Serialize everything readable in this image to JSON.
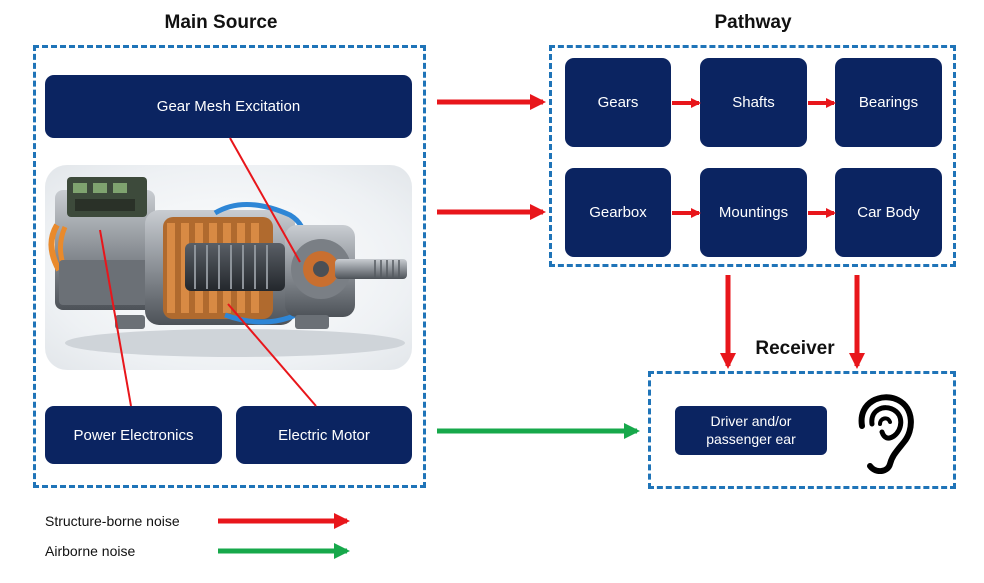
{
  "sections": {
    "main_source": "Main Source",
    "pathway": "Pathway",
    "receiver": "Receiver"
  },
  "main_source": {
    "gear_mesh": "Gear Mesh Excitation",
    "power_electronics": "Power Electronics",
    "electric_motor": "Electric Motor"
  },
  "pathway": {
    "row1": [
      "Gears",
      "Shafts",
      "Bearings"
    ],
    "row2": [
      "Gearbox",
      "Mountings",
      "Car Body"
    ]
  },
  "receiver": {
    "label_line1": "Driver and/or",
    "label_line2": "passenger ear"
  },
  "legend": {
    "structure": "Structure-borne noise",
    "airborne": "Airborne noise"
  },
  "colors": {
    "node": "#0b2461",
    "dashed_border": "#1f74b8",
    "structure_arrow": "#e8161b",
    "airborne_arrow": "#17a84b"
  },
  "icons": [
    "electric-drive-unit-illustration",
    "ear-icon"
  ]
}
